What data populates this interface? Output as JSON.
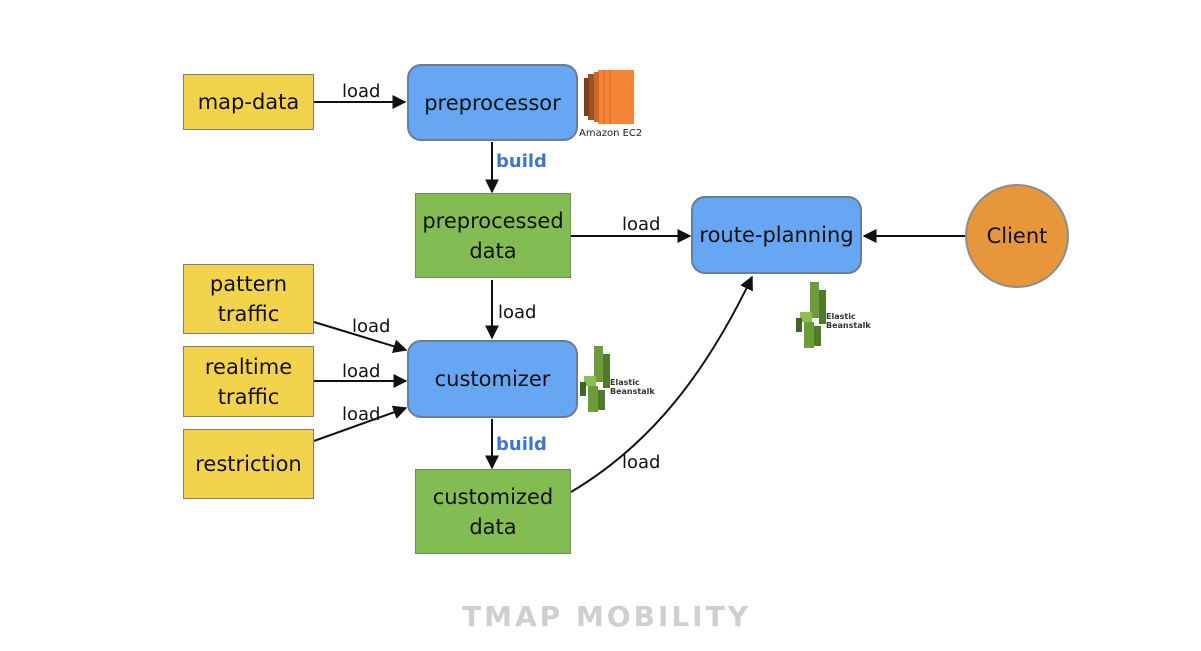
{
  "nodes": {
    "map_data": "map-data",
    "preprocessor": "preprocessor",
    "preprocessed_data": [
      "preprocessed",
      "data"
    ],
    "route_planning": "route-planning",
    "client": "Client",
    "pattern_traffic": [
      "pattern",
      "traffic"
    ],
    "realtime_traffic": [
      "realtime",
      "traffic"
    ],
    "restriction": "restriction",
    "customizer": "customizer",
    "customized_data": [
      "customized",
      "data"
    ]
  },
  "edges": {
    "map_to_preprocessor": "load",
    "preprocessor_build": "build",
    "preprocessed_to_route": "load",
    "preprocessed_to_customizer": "load",
    "pattern_to_customizer": "load",
    "realtime_to_customizer": "load",
    "restriction_to_customizer": "load",
    "customizer_build": "build",
    "customized_to_route": "load"
  },
  "icons": {
    "ec2": {
      "name": "amazon-ec2-icon",
      "caption": "Amazon EC2",
      "color": "#f58536"
    },
    "beanstalk_customizer": {
      "name": "elastic-beanstalk-icon",
      "caption": [
        "Elastic",
        "Beanstalk"
      ],
      "color": "#6c9b3a"
    },
    "beanstalk_route": {
      "name": "elastic-beanstalk-icon",
      "caption": [
        "Elastic",
        "Beanstalk"
      ],
      "color": "#6c9b3a"
    }
  },
  "brand": {
    "logo_text": "TMAP MOBILITY"
  },
  "colors": {
    "source_box": "#f2d34b",
    "data_box": "#82bc52",
    "service_box": "#66a6f2",
    "client_circle": "#e8963a",
    "build_label": "#3e77c7"
  }
}
